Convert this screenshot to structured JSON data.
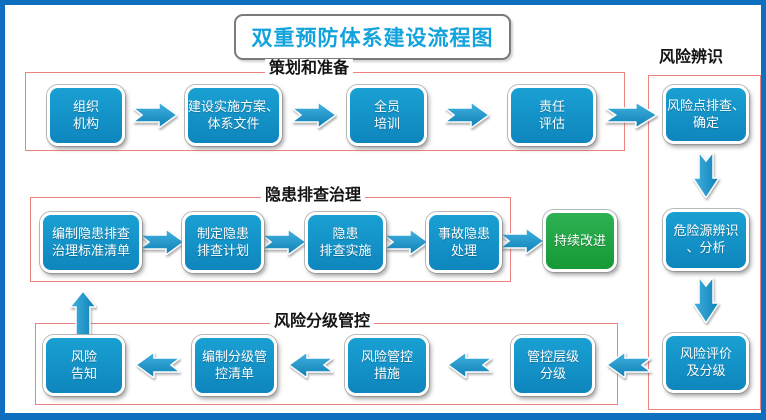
{
  "title": "双重预防体系建设流程图",
  "sections": {
    "planning": {
      "label": "策划和准备"
    },
    "hazard": {
      "label": "隐患排查治理"
    },
    "grading": {
      "label": "风险分级管控"
    },
    "risk": {
      "label": "风险辨识"
    }
  },
  "nodes": {
    "org": {
      "label": "组织\n机构"
    },
    "plan": {
      "label": "建设实施方案、\n体系文件"
    },
    "train": {
      "label": "全员\n培训"
    },
    "resp": {
      "label": "责任\n评估"
    },
    "risk_point": {
      "label": "风险点排查、\n确定"
    },
    "hazard_source": {
      "label": "危险源辨识\n、分析"
    },
    "risk_eval": {
      "label": "风险评价\n及分级"
    },
    "std_list": {
      "label": "编制隐患排查\n治理标准清单"
    },
    "check_plan": {
      "label": "制定隐患\n排查计划"
    },
    "check_impl": {
      "label": "隐患\n排查实施"
    },
    "accident": {
      "label": "事故隐患\n处理"
    },
    "improve": {
      "label": "持续改进"
    },
    "ctrl_level": {
      "label": "管控层级\n分级"
    },
    "ctrl_measure": {
      "label": "风险管控\n措施"
    },
    "ctrl_list": {
      "label": "编制分级管\n控清单"
    },
    "risk_inform": {
      "label": "风险\n告知"
    }
  },
  "colors": {
    "frame_blue": "#0d6fbd",
    "node_blue": "#1295ca",
    "node_green": "#1ea440",
    "group_border_red": "#ef8181",
    "title_text": "#12a2dc",
    "label_text": "#141414"
  }
}
